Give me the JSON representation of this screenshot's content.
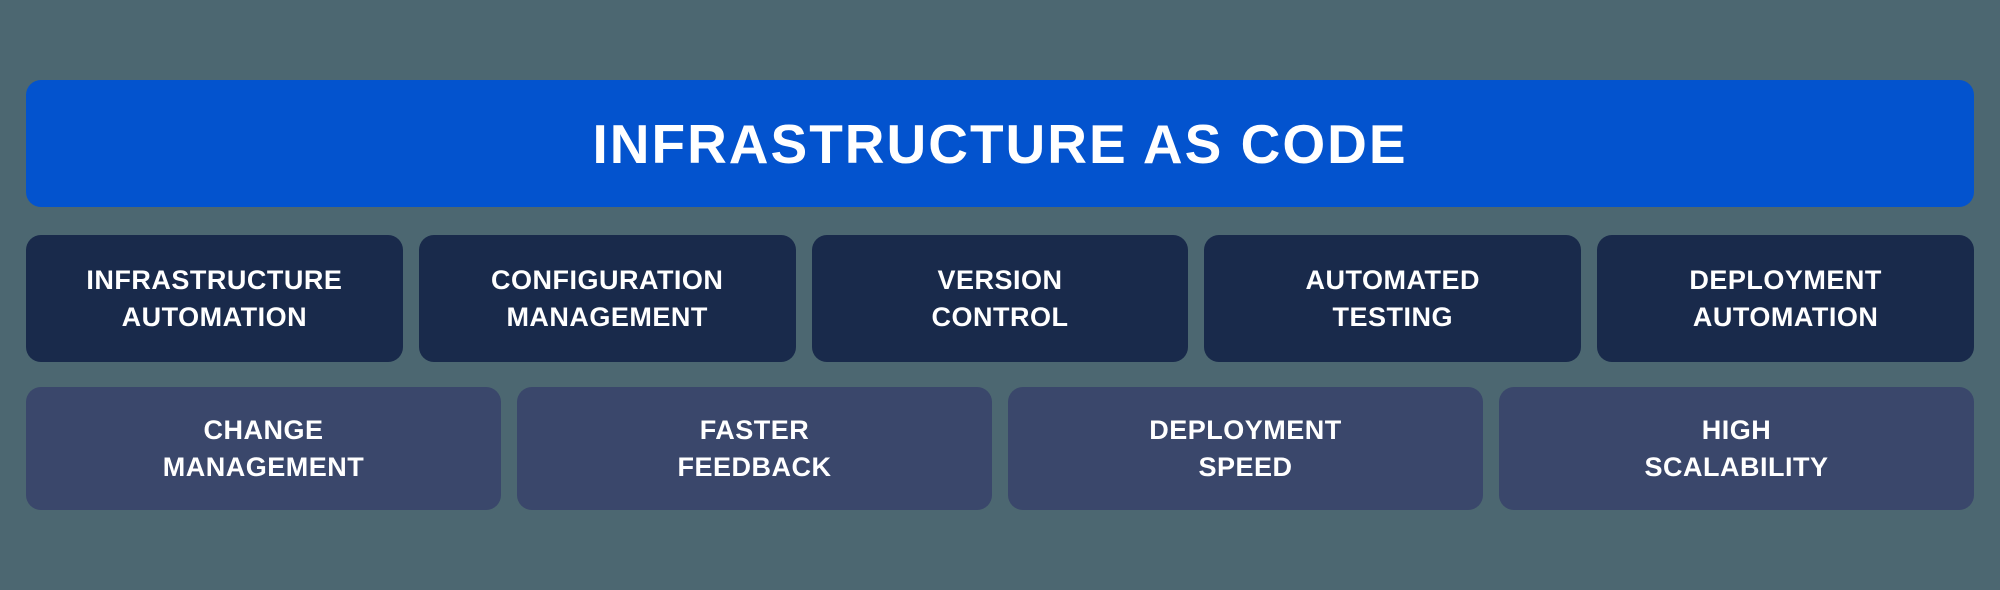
{
  "colors": {
    "background": "#4C6771",
    "banner_blue": "#0353CE",
    "practice_box_navy": "#192A4B",
    "benefit_box_slate": "#3A476B",
    "text_white": "#FFFFFF"
  },
  "banner": {
    "title": "INFRASTRUCTURE AS CODE"
  },
  "practices": [
    {
      "line1": "INFRASTRUCTURE",
      "line2": "AUTOMATION"
    },
    {
      "line1": "CONFIGURATION",
      "line2": "MANAGEMENT"
    },
    {
      "line1": "VERSION",
      "line2": "CONTROL"
    },
    {
      "line1": "AUTOMATED",
      "line2": "TESTING"
    },
    {
      "line1": "DEPLOYMENT",
      "line2": "AUTOMATION"
    }
  ],
  "benefits": [
    {
      "line1": "CHANGE",
      "line2": "MANAGEMENT"
    },
    {
      "line1": "FASTER",
      "line2": "FEEDBACK"
    },
    {
      "line1": "DEPLOYMENT",
      "line2": "SPEED"
    },
    {
      "line1": "HIGH",
      "line2": "SCALABILITY"
    }
  ]
}
